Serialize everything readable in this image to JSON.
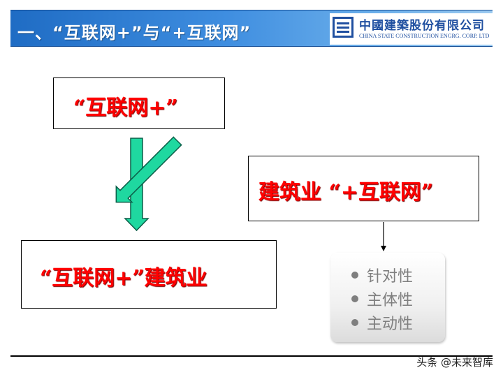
{
  "header": {
    "title": "一、“互联网+”与“+互联网”",
    "logo_cn": "中國建築股份有限公司",
    "logo_en": "CHINA STATE CONSTRUCTION ENGRG. CORP. LTD"
  },
  "diagram": {
    "box_top_left": "“互联网+”",
    "box_right": "建筑业 “+互联网”",
    "box_bottom_left": "“互联网+”建筑业",
    "bullets": [
      "针对性",
      "主体性",
      "主动性"
    ]
  },
  "watermark": "头条 @未来智库",
  "colors": {
    "header_blue": "#1f6cc4",
    "text_red": "#ff0000",
    "arrow_green": "#1fd8a0",
    "bullet_gray": "#7f7f7f"
  }
}
